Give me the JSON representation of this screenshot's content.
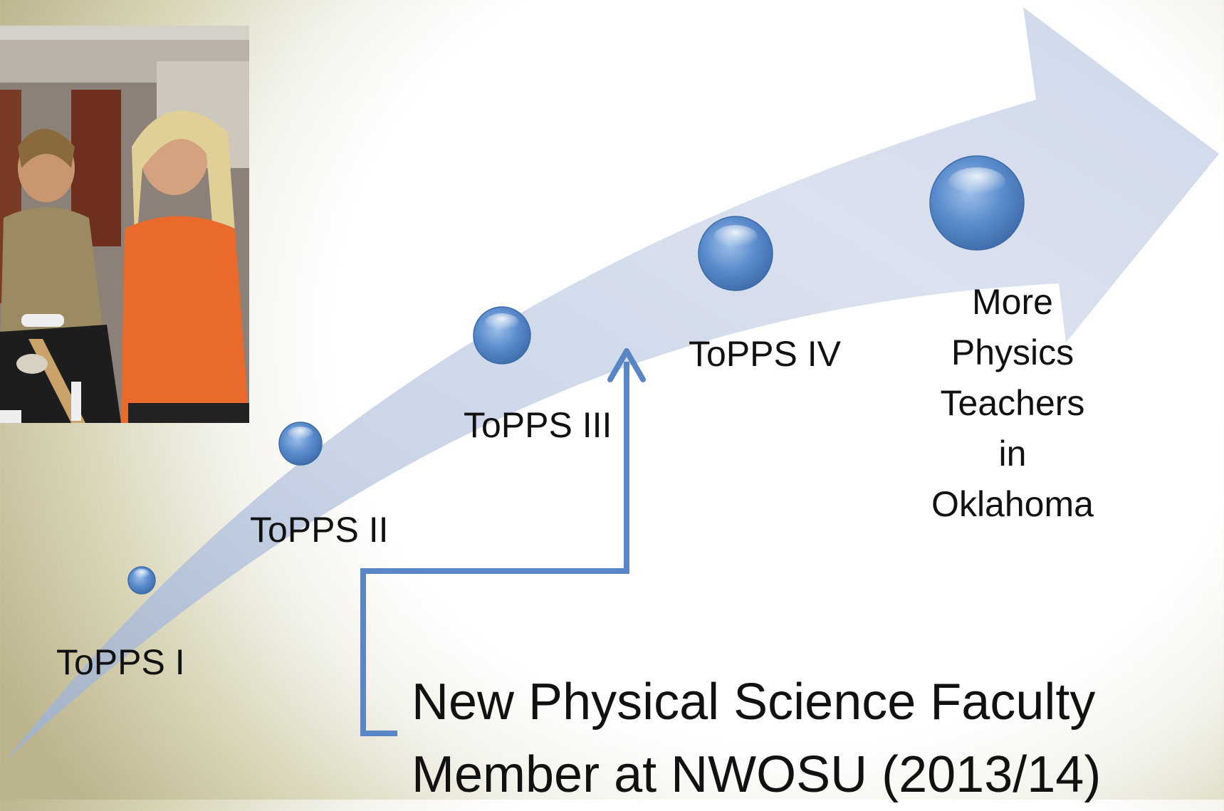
{
  "title": "",
  "milestones": [
    {
      "label": "ToPPS I"
    },
    {
      "label": "ToPPS II"
    },
    {
      "label": "ToPPS III"
    },
    {
      "label": "ToPPS IV"
    }
  ],
  "goal": {
    "lines": [
      "More",
      "Physics",
      "Teachers",
      "in",
      "Oklahoma"
    ]
  },
  "callout": {
    "line1": "New Physical Science Faculty",
    "line2": "Member at NWOSU (2013/14)"
  },
  "colors": {
    "arrow_light": "#dfe6f2",
    "arrow_dark": "#a9b7d2",
    "bubble": "#4f7fc0",
    "connector": "#5a86c5"
  }
}
